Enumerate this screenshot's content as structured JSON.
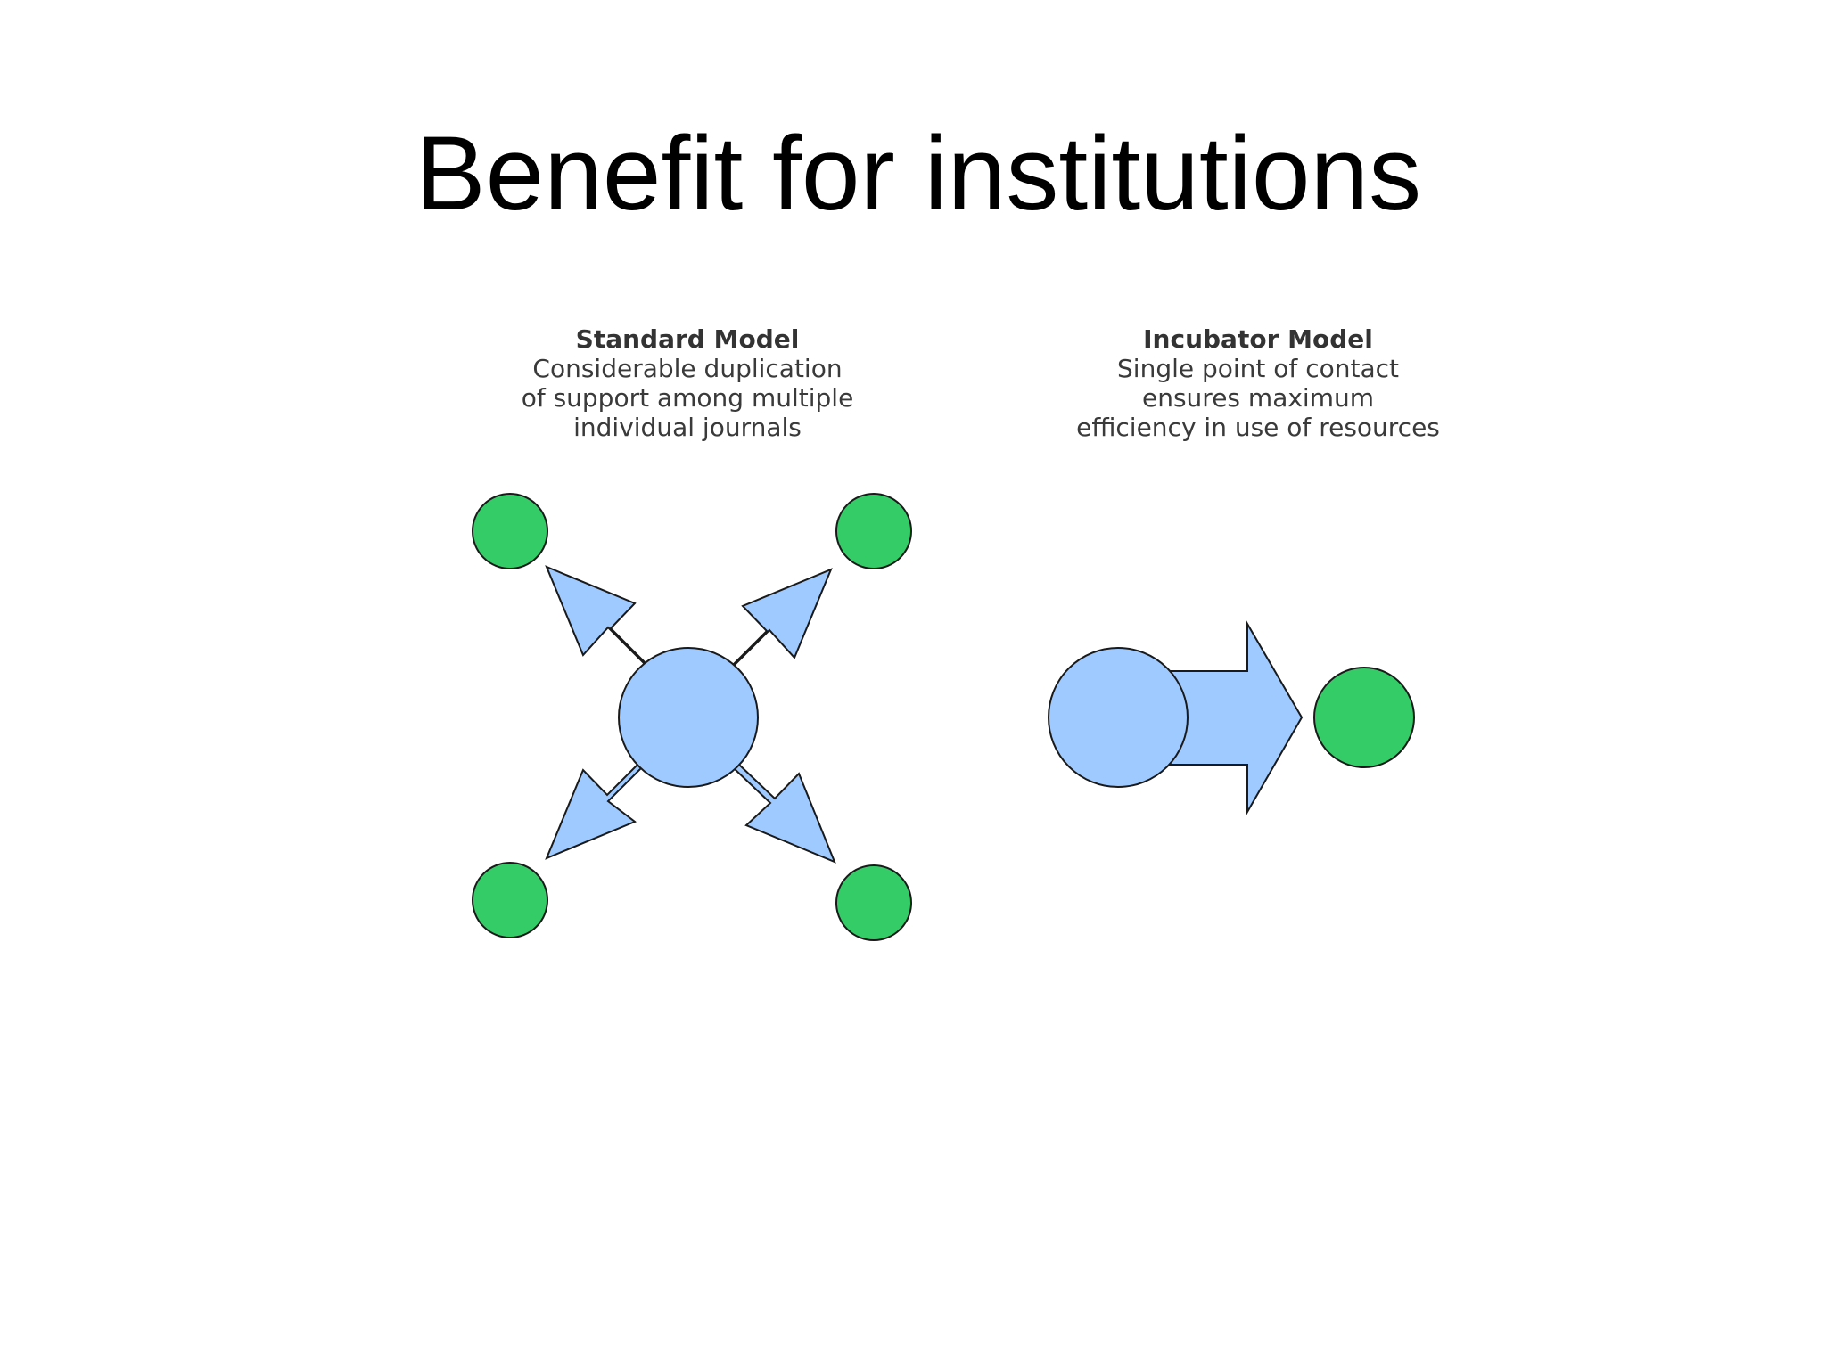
{
  "slide": {
    "title": "Benefit for institutions"
  },
  "standard_model": {
    "title": "Standard Model",
    "lines": [
      "Considerable duplication",
      "of support among multiple",
      "individual journals"
    ]
  },
  "incubator_model": {
    "title": "Incubator Model",
    "lines": [
      "Single point of contact",
      "ensures maximum",
      "efficiency in use of resources"
    ]
  },
  "colors": {
    "hub_blue": "#9ecaff",
    "journal_green": "#33cc66",
    "outline": "#1a1a1a"
  }
}
